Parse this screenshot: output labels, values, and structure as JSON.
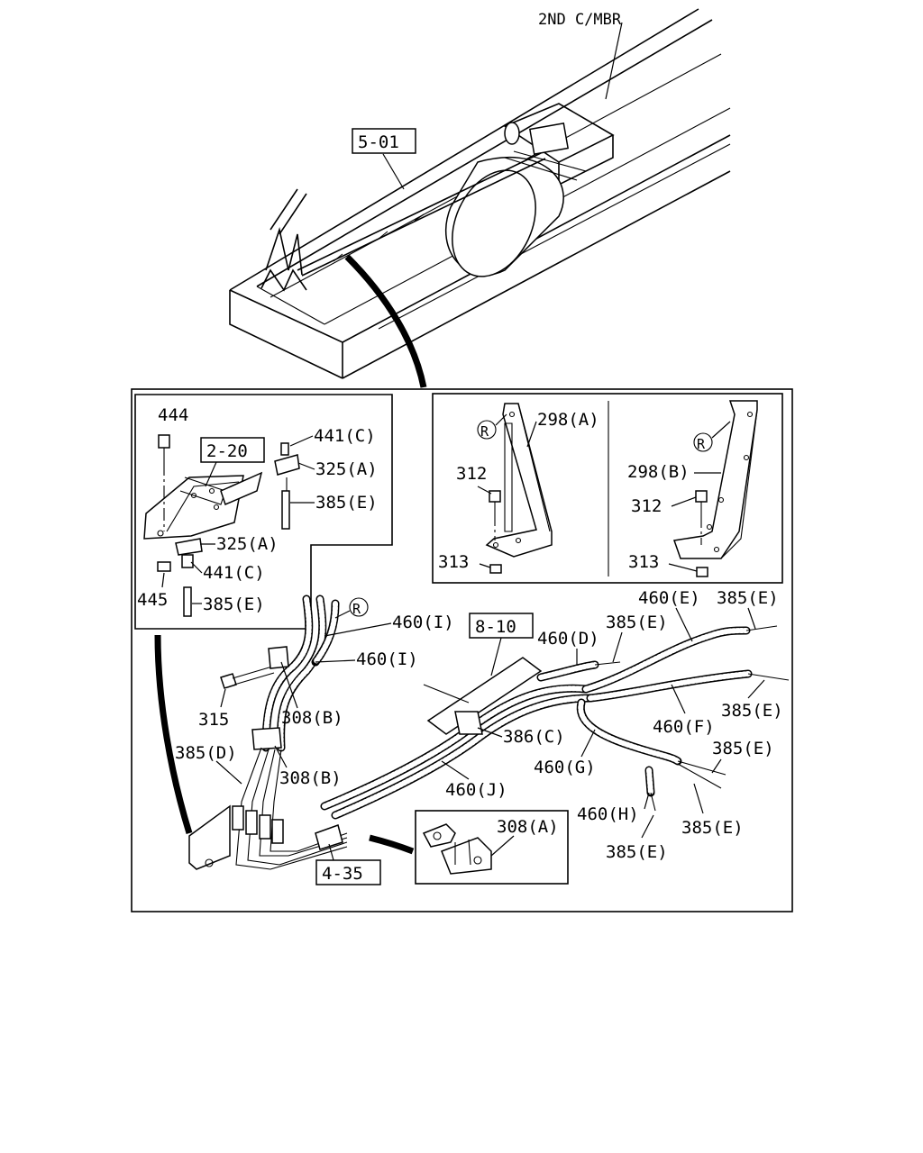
{
  "labels": {
    "crossmember": "2ND C/MBR",
    "ref_5_01": "5-01",
    "ref_2_20": "2-20",
    "ref_8_10": "8-10",
    "ref_4_35": "4-35",
    "p444": "444",
    "p441c_top": "441(C)",
    "p325a_top": "325(A)",
    "p385e_sub": "385(E)",
    "p325a_bot": "325(A)",
    "p441c_bot": "441(C)",
    "p445": "445",
    "p385e_sub2": "385(E)",
    "p298a": "298(A)",
    "p312_left": "312",
    "p313_left": "313",
    "p298b": "298(B)",
    "p312_right": "312",
    "p313_right": "313",
    "r_mark": "R",
    "p460i_a": "460(I)",
    "p460i_b": "460(I)",
    "p315": "315",
    "p308b_a": "308(B)",
    "p308b_b": "308(B)",
    "p385d": "385(D)",
    "p460d": "460(D)",
    "p385e_top": "385(E)",
    "p460e": "460(E)",
    "p385e_topright": "385(E)",
    "p386c": "386(C)",
    "p385e_right1": "385(E)",
    "p460f": "460(F)",
    "p385e_right2": "385(E)",
    "p460g": "460(G)",
    "p460j": "460(J)",
    "p460h": "460(H)",
    "p385e_bot1": "385(E)",
    "p385e_bot2": "385(E)",
    "p308a": "308(A)"
  }
}
